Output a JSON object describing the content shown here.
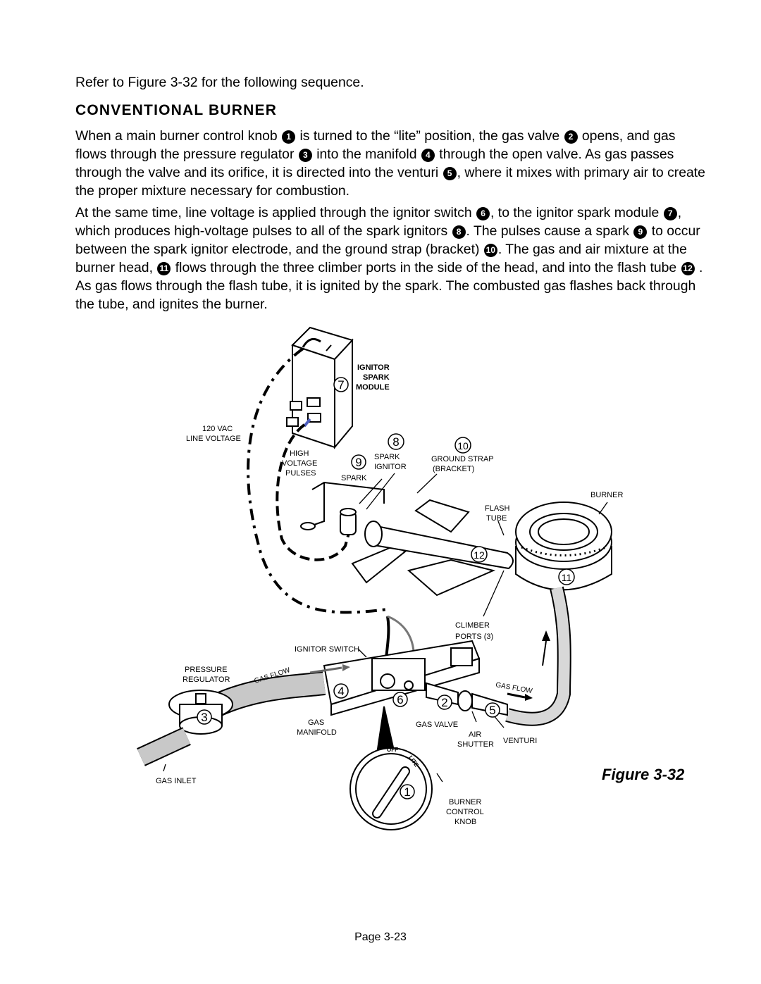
{
  "intro": "Refer to Figure 3-32 for the following sequence.",
  "heading": "CONVENTIONAL BURNER",
  "para1": {
    "t0": "When a main burner control knob ",
    "n1": "1",
    "t1": " is turned to the “lite” position, the gas valve ",
    "n2": "2",
    "t2": " opens, and gas flows through the pressure regulator ",
    "n3": "3",
    "t3": " into the manifold ",
    "n4": "4",
    "t4": " through the open valve. As gas passes through the valve and its orifice, it is directed into the venturi ",
    "n5": "5",
    "t5": ", where it mixes with primary air to create the proper mixture necessary for combustion."
  },
  "para2": {
    "t0": "At the same time, line voltage is applied through the ignitor switch ",
    "n6": "6",
    "t1": ", to the ignitor spark module ",
    "n7": "7",
    "t2": ", which produces high-voltage pulses to all of the spark ignitors ",
    "n8": "8",
    "t3": ". The pulses cause a spark ",
    "n9": "9",
    "t4": " to occur between the spark ignitor electrode, and the ground strap (bracket) ",
    "n10": "10",
    "t5": ". The gas and air mixture at the burner head, ",
    "n11": "11",
    "t6": " flows through the three climber ports in the side of the head, and into the flash tube ",
    "n12": "12",
    "t7": " . As gas flows through the flash tube, it is ignited by the spark. The combusted gas flashes back through the tube, and ignites the burner."
  },
  "figure": {
    "caption": "Figure 3-32",
    "labels": {
      "ignitor_spark_module": [
        "IGNITOR",
        "SPARK",
        "MODULE"
      ],
      "line_voltage": [
        "120 VAC",
        "LINE VOLTAGE"
      ],
      "high_voltage_pulses": [
        "HIGH",
        "VOLTAGE",
        "PULSES"
      ],
      "spark_ignitor": [
        "SPARK",
        "IGNITOR"
      ],
      "spark": "SPARK",
      "ground_strap": [
        "GROUND STRAP",
        "(BRACKET)"
      ],
      "burner": "BURNER",
      "flash_tube": [
        "FLASH",
        "TUBE"
      ],
      "climber_ports": [
        "CLIMBER",
        "PORTS (3)"
      ],
      "ignitor_switch": "IGNITOR  SWITCH",
      "pressure_regulator": [
        "PRESSURE",
        "REGULATOR"
      ],
      "gas_flow": "GAS FLOW",
      "gas_manifold": [
        "GAS",
        "MANIFOLD"
      ],
      "gas_valve": "GAS VALVE",
      "air_shutter": [
        "AIR",
        "SHUTTER"
      ],
      "venturi": "VENTURI",
      "gas_inlet": "GAS INLET",
      "burner_control_knob": [
        "BURNER",
        "CONTROL",
        "KNOB"
      ],
      "knob_off": "OFF",
      "knob_lite": "LITE"
    },
    "callouts": [
      "1",
      "2",
      "3",
      "4",
      "5",
      "6",
      "7",
      "8",
      "9",
      "10",
      "11",
      "12"
    ]
  },
  "page_number": "Page 3-23"
}
